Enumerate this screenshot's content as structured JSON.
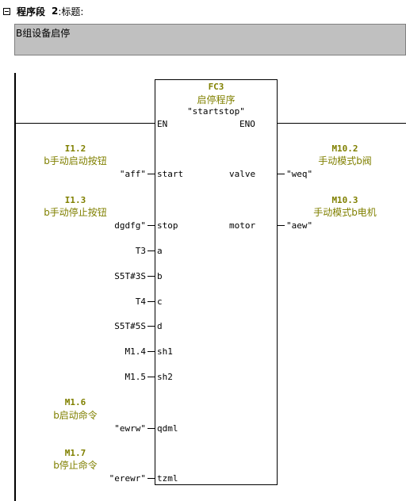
{
  "network": {
    "label": "程序段",
    "number": "2",
    "title_label": ":标题:"
  },
  "comment": "B组设备启停",
  "block": {
    "name": "FC3",
    "comment": "启停程序",
    "symbol": "\"startstop\"",
    "en": "EN",
    "eno": "ENO"
  },
  "inputs": [
    {
      "pin": "start",
      "operand": "\"aff\"",
      "address": "I1.2",
      "comment": "b手动启动按钮"
    },
    {
      "pin": "stop",
      "operand": "dgdfg\"",
      "address": "I1.3",
      "comment": "b手动停止按钮"
    },
    {
      "pin": "a",
      "operand": "T3"
    },
    {
      "pin": "b",
      "operand": "S5T#3S"
    },
    {
      "pin": "c",
      "operand": "T4"
    },
    {
      "pin": "d",
      "operand": "S5T#5S"
    },
    {
      "pin": "sh1",
      "operand": "M1.4"
    },
    {
      "pin": "sh2",
      "operand": "M1.5"
    },
    {
      "pin": "qdml",
      "operand": "\"ewrw\"",
      "address": "M1.6",
      "comment": "b启动命令"
    },
    {
      "pin": "tzml",
      "operand": "\"erewr\"",
      "address": "M1.7",
      "comment": "b停止命令"
    }
  ],
  "outputs": [
    {
      "pin": "valve",
      "operand": "\"weq\"",
      "address": "M10.2",
      "comment": "手动模式b阀"
    },
    {
      "pin": "motor",
      "operand": "\"aew\"",
      "address": "M10.3",
      "comment": "手动模式b电机"
    }
  ]
}
